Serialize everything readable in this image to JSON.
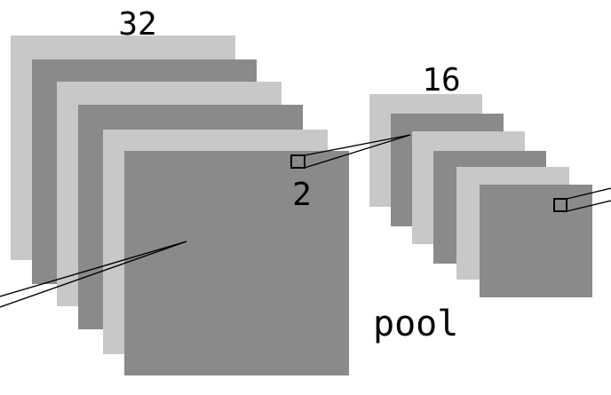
{
  "labels": {
    "large_stack_size": "32",
    "pool_window_size": "2",
    "small_stack_size": "16",
    "operation": "pool"
  },
  "colors": {
    "light_map": "#c8c8c8",
    "dark_map": "#8a8a8a",
    "line": "#000000",
    "background": "#ffffff"
  }
}
